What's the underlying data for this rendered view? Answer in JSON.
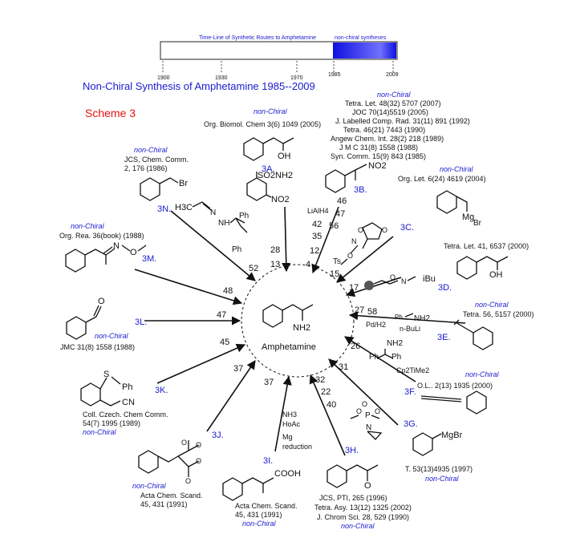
{
  "timeline": {
    "caption_left": "Time-Line of Synthetic Routes to Amphetamine",
    "caption_right": "non-chiral syntheses",
    "ticks": [
      "1900",
      "1930",
      "1970",
      "1985",
      "2009"
    ]
  },
  "title": "Non-Chiral Synthesis of Amphetamine 1985--2009",
  "scheme": "Scheme 3",
  "center": {
    "label": "Amphetamine",
    "nh2": "NH2"
  },
  "routes": [
    {
      "id": "3A",
      "label": "3A.",
      "tag": "non-Chiral",
      "refs": [
        "Org. Biomol. Chem 3(6) 1049 (2005)"
      ],
      "oh": "OH"
    },
    {
      "id": "3B",
      "label": "3B.",
      "tag": "non-Chiral",
      "refs": [
        "Tetra. Let. 48(32) 5707 (2007)",
        "JOC 70(14)5519 (2005)",
        "J. Labelled Comp. Rad. 31(11) 891 (1992)",
        "Tetra. 46(21) 7443 (1990)",
        "Angew Chem. Int. 28(2) 218 (1989)",
        "J M C 31(8) 1558 (1988)",
        "Syn. Comm. 15(9) 843 (1985)"
      ],
      "no2": "NO2"
    },
    {
      "id": "3C",
      "label": "3C.",
      "tag": "non-Chiral",
      "refs": [
        "Org. Let. 6(24) 4619 (2004)"
      ],
      "mg": "Mg",
      "br": "Br"
    },
    {
      "id": "3D",
      "label": "3D.",
      "refs": [
        "Tetra. Let. 41, 6537 (2000)"
      ],
      "oh": "OH",
      "ibu": "iBu"
    },
    {
      "id": "3E",
      "label": "3E.",
      "tag": "non-Chiral",
      "refs": [
        "Tetra. 56, 5157 (2000)"
      ]
    },
    {
      "id": "3F",
      "label": "3F.",
      "tag": "non-Chiral",
      "refs": [
        "O.L.. 2(13) 1935 (2000)"
      ]
    },
    {
      "id": "3G",
      "label": "3G.",
      "tag": "non-Chiral",
      "refs": [
        "T. 53(13)4935 (1997)"
      ],
      "mgbr": "MgBr"
    },
    {
      "id": "3H",
      "label": "3H.",
      "tag": "non-Chiral",
      "refs": [
        "JCS, PTI, 265 (1996)",
        "Tetra. Asy. 13(12) 1325 (2002)",
        "J. Chrom Sci. 28, 529 (1990)"
      ],
      "o": "O"
    },
    {
      "id": "3I",
      "label": "3I.",
      "tag": "non-Chiral",
      "refs": [
        "Acta Chem. Scand.",
        "45, 431 (1991)"
      ],
      "cooh": "COOH"
    },
    {
      "id": "3J",
      "label": "3J.",
      "tag": "non-Chiral",
      "refs": [
        "Acta Chem. Scand.",
        "45, 431 (1991)"
      ]
    },
    {
      "id": "3K",
      "label": "3K.",
      "tag": "non-Chiral",
      "refs": [
        "Coll. Czech. Chem Comm.",
        "54(7) 1995 (1989)"
      ],
      "sph": "Ph",
      "cn": "CN"
    },
    {
      "id": "3L",
      "label": "3L.",
      "tag": "non-Chiral",
      "refs": [
        "JMC 31(8) 1558 (1988)"
      ],
      "o": "O"
    },
    {
      "id": "3M",
      "label": "3M.",
      "tag": "non-Chiral",
      "refs": [
        "Org. Rea. 36(book) (1988)"
      ],
      "n": "N",
      "o": "O"
    },
    {
      "id": "3N",
      "label": "3N.",
      "tag": "non-Chiral",
      "refs": [
        "JCS, Chem. Comm.",
        "2, 176 (1986)"
      ],
      "br": "Br"
    }
  ],
  "reagents": {
    "lialh4": "LiAlH4",
    "pdh2": "Pd/H2",
    "nbuli": "n-BuLi",
    "cp2timе2": "Cp2TiMe2",
    "nh3": "NH3",
    "hoac": "HoAc",
    "mg": "Mg",
    "reduction": "reduction",
    "h3c": "H3C",
    "nh": "NH",
    "ph": "Ph",
    "so2nh2": "SO2NH2",
    "no2": "NO2",
    "nh2": "NH2",
    "ts": "Ts",
    "o": "O",
    "n": "N",
    "p": "P",
    "phn": "Ph"
  },
  "numbers": {
    "n52": "52",
    "n28": "28",
    "n13": "13",
    "n4": "4",
    "n46": "46",
    "n47": "47",
    "n42": "42",
    "n56": "56",
    "n35": "35",
    "n12": "12",
    "n15": "15",
    "n17": "17",
    "n48": "48",
    "n47b": "47",
    "n45": "45",
    "n27": "27",
    "n58": "58",
    "n26": "26",
    "n31": "31",
    "n37": "37",
    "n37b": "37",
    "n32": "32",
    "n22": "22",
    "n40": "40"
  }
}
